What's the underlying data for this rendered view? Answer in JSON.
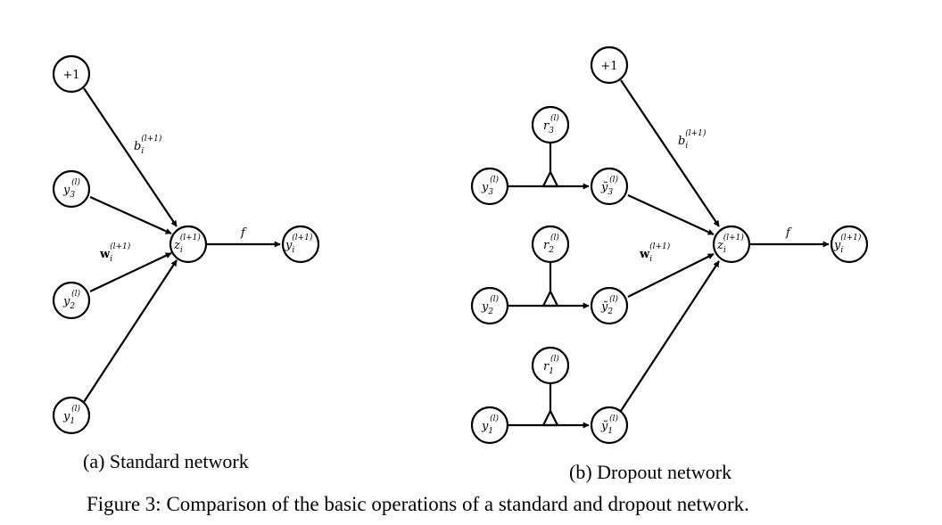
{
  "figure_caption": "Figure 3: Comparison of the basic operations of a standard and dropout network.",
  "panels": {
    "a": {
      "caption": "(a) Standard network",
      "nodes": {
        "bias": {
          "main": "+1",
          "sup": ""
        },
        "y3": {
          "main": "y",
          "sub": "3",
          "sup": "(l)"
        },
        "y2": {
          "main": "y",
          "sub": "2",
          "sup": "(l)"
        },
        "y1": {
          "main": "y",
          "sub": "1",
          "sup": "(l)"
        },
        "z": {
          "main": "z",
          "sub": "i",
          "sup": "(l+1)"
        },
        "out": {
          "main": "y",
          "sub": "i",
          "sup": "(l+1)"
        }
      },
      "edge_labels": {
        "bias": {
          "main": "b",
          "sub": "i",
          "sup": "(l+1)"
        },
        "weights": {
          "main": "w",
          "sub": "i",
          "sup": "(l+1)"
        },
        "activation": "f"
      }
    },
    "b": {
      "caption": "(b) Dropout network",
      "nodes": {
        "bias": {
          "main": "+1",
          "sup": ""
        },
        "r3": {
          "main": "r",
          "sub": "3",
          "sup": "(l)"
        },
        "r2": {
          "main": "r",
          "sub": "2",
          "sup": "(l)"
        },
        "r1": {
          "main": "r",
          "sub": "1",
          "sup": "(l)"
        },
        "y3": {
          "main": "y",
          "sub": "3",
          "sup": "(l)"
        },
        "y2": {
          "main": "y",
          "sub": "2",
          "sup": "(l)"
        },
        "y1": {
          "main": "y",
          "sub": "1",
          "sup": "(l)"
        },
        "yt3": {
          "main": "ỹ",
          "sub": "3",
          "sup": "(l)"
        },
        "yt2": {
          "main": "ỹ",
          "sub": "2",
          "sup": "(l)"
        },
        "yt1": {
          "main": "ỹ",
          "sub": "1",
          "sup": "(l)"
        },
        "z": {
          "main": "z",
          "sub": "i",
          "sup": "(l+1)"
        },
        "out": {
          "main": "y",
          "sub": "i",
          "sup": "(l+1)"
        }
      },
      "edge_labels": {
        "bias": {
          "main": "b",
          "sub": "i",
          "sup": "(l+1)"
        },
        "weights": {
          "main": "w",
          "sub": "i",
          "sup": "(l+1)"
        },
        "activation": "f"
      }
    }
  }
}
